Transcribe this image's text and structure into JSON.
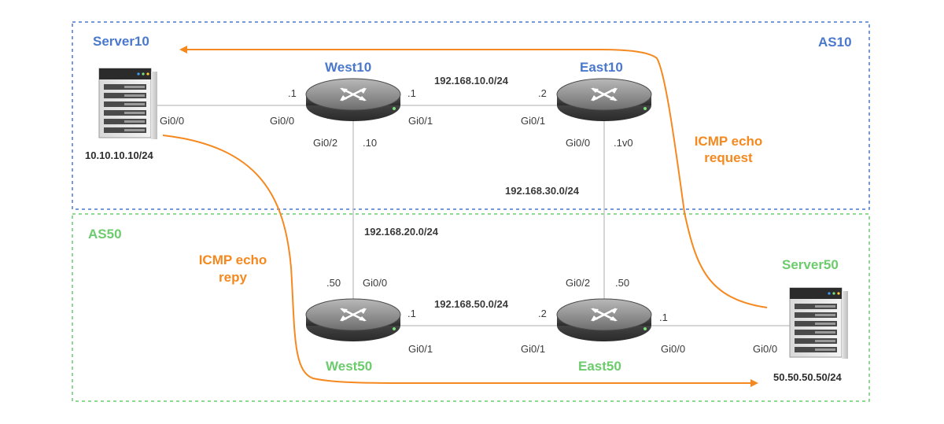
{
  "colors": {
    "as10": "#4a78cc",
    "as50": "#6ccb6c",
    "flow": "#f5891f",
    "link": "#c8c8c8"
  },
  "zones": {
    "as10": "AS10",
    "as50": "AS50"
  },
  "nodes": {
    "server10": {
      "name": "Server10",
      "ip": "10.10.10.10/24",
      "iface": "Gi0/0"
    },
    "server50": {
      "name": "Server50",
      "ip": "50.50.50.50/24",
      "iface": "Gi0/0"
    },
    "west10": {
      "name": "West10",
      "icon": "router-icon"
    },
    "east10": {
      "name": "East10",
      "icon": "router-icon"
    },
    "west50": {
      "name": "West50",
      "icon": "router-icon"
    },
    "east50": {
      "name": "East50",
      "icon": "router-icon"
    }
  },
  "links": {
    "server10_west10": {
      "west10_host": ".1",
      "west10_if": "Gi0/0"
    },
    "west10_east10": {
      "network": "192.168.10.0/24",
      "west10_host": ".1",
      "west10_if": "Gi0/1",
      "east10_host": ".2",
      "east10_if": "Gi0/1"
    },
    "west10_west50": {
      "network": "192.168.20.0/24",
      "west10_if": "Gi0/2",
      "west10_host": ".10",
      "west50_host": ".50",
      "west50_if": "Gi0/0"
    },
    "east10_east50": {
      "network": "192.168.30.0/24",
      "east10_if": "Gi0/0",
      "east10_host": ".1v0",
      "east50_if": "Gi0/2",
      "east50_host": ".50"
    },
    "west50_east50": {
      "network": "192.168.50.0/24",
      "west50_host": ".1",
      "west50_if": "Gi0/1",
      "east50_host": ".2",
      "east50_if": "Gi0/1"
    },
    "east50_server50": {
      "east50_host": ".1",
      "east50_if": "Gi0/0"
    }
  },
  "flows": {
    "request": {
      "line1": "ICMP echo",
      "line2": "request"
    },
    "reply": {
      "line1": "ICMP echo",
      "line2": "repy"
    }
  }
}
